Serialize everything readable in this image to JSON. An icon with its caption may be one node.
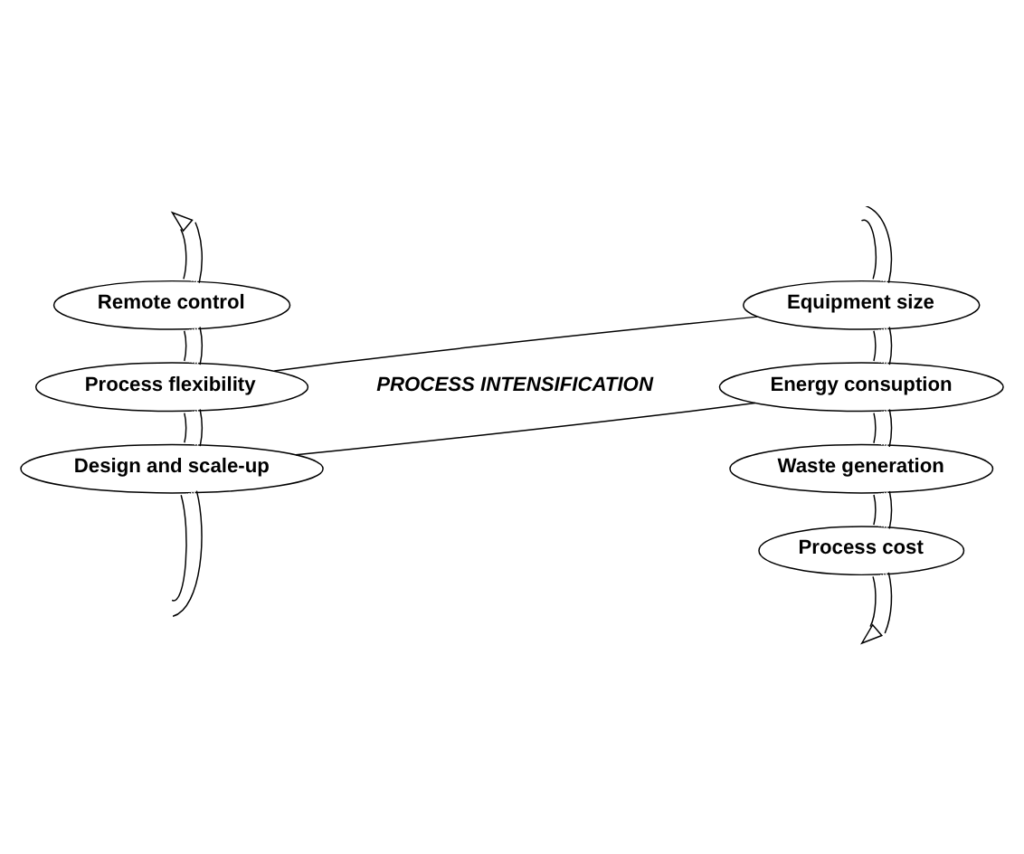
{
  "diagram": {
    "nodes": [
      {
        "text": [
          "Remote control"
        ]
      },
      {
        "text": [
          "Process flexibility"
        ]
      },
      {
        "text": [
          "Design and scale-up"
        ]
      },
      {
        "text": [
          "Equipment size"
        ]
      },
      {
        "text": [
          "Energy consuption"
        ]
      },
      {
        "text": [
          "Waste generation"
        ]
      },
      {
        "text": [
          "Process cost"
        ]
      }
    ],
    "edges": [
      {
        "from": null,
        "to": 2,
        "arrow": "none"
      },
      {
        "from": 2,
        "to": 1,
        "arrow": "none"
      },
      {
        "from": 1,
        "to": 0,
        "arrow": "none"
      },
      {
        "from": 0,
        "to": null,
        "arrow": "to"
      },
      {
        "from": null,
        "to": 3,
        "arrow": "none"
      },
      {
        "from": 3,
        "to": 4,
        "arrow": "none"
      },
      {
        "from": 4,
        "to": 5,
        "arrow": "none"
      },
      {
        "from": 5,
        "to": 6,
        "arrow": "none"
      },
      {
        "from": 6,
        "to": null,
        "arrow": "to"
      },
      {
        "from": 1,
        "to": 3,
        "arrow": "none"
      },
      {
        "from": 2,
        "to": 4,
        "arrow": "none"
      }
    ],
    "labels": [
      "PROCESS INTENSIFICATION"
    ]
  }
}
